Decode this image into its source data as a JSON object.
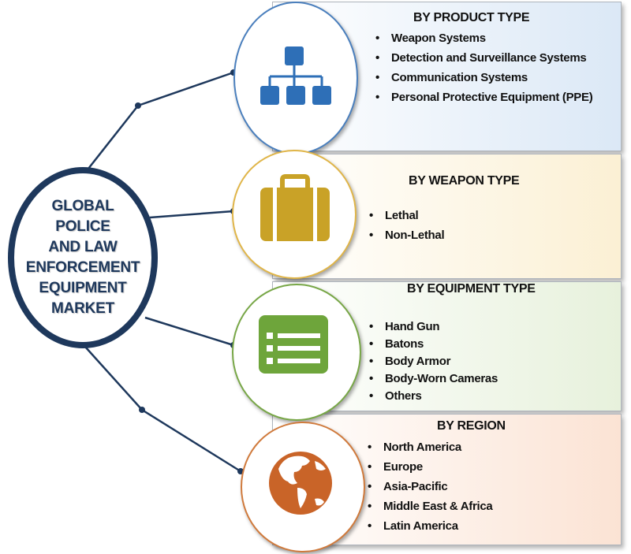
{
  "hub": {
    "title": "GLOBAL\nPOLICE\nAND LAW\nENFORCEMENT\nEQUIPMENT\nMARKET",
    "color": "#1e385c"
  },
  "segments": [
    {
      "title": "BY PRODUCT TYPE",
      "icon": "hierarchy-icon",
      "accent": "#2e6fb7",
      "items": [
        "Weapon Systems",
        "Detection and Surveillance Systems",
        "Communication Systems",
        "Personal Protective Equipment (PPE)"
      ]
    },
    {
      "title": "BY WEAPON  TYPE",
      "icon": "briefcase-icon",
      "accent": "#c9a227",
      "items": [
        "Lethal",
        "Non-Lethal"
      ]
    },
    {
      "title": "BY EQUIPMENT TYPE",
      "icon": "list-icon",
      "accent": "#6ea53b",
      "items": [
        "Hand Gun",
        "Batons",
        "Body Armor",
        "Body-Worn Cameras",
        "Others"
      ]
    },
    {
      "title": "BY REGION",
      "icon": "globe-icon",
      "accent": "#c96428",
      "items": [
        "North America",
        "Europe",
        "Asia-Pacific",
        "Middle East & Africa",
        "Latin America"
      ]
    }
  ]
}
